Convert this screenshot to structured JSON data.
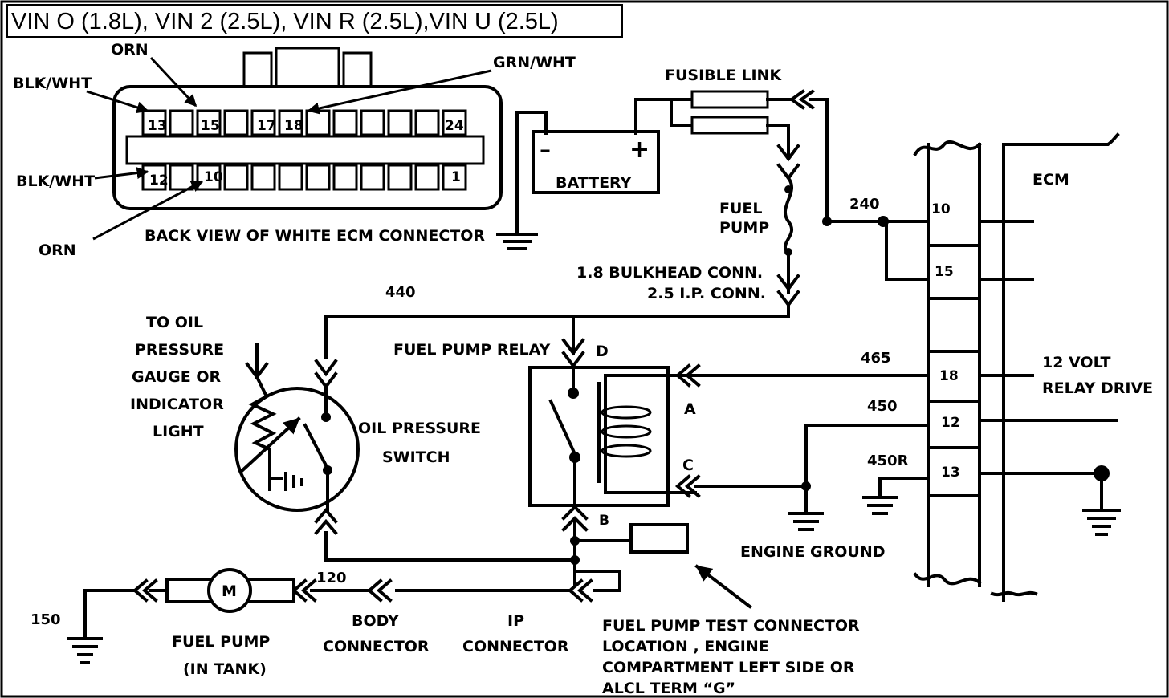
{
  "title": "VIN O (1.8L), VIN 2 (2.5L), VIN R (2.5L),VIN U (2.5L)",
  "connector": {
    "caption": "BACK VIEW OF WHITE ECM CONNECTOR",
    "pins_top": [
      "13",
      "15",
      "17",
      "18",
      "24"
    ],
    "pins_bottom": [
      "12",
      "10",
      "1"
    ],
    "wire_labels": {
      "orn_top": "ORN",
      "blk_wht_top": "BLK/WHT",
      "grn_wht": "GRN/WHT",
      "blk_wht_bottom": "BLK/WHT",
      "orn_bottom": "ORN"
    }
  },
  "battery": {
    "label": "BATTERY",
    "neg": "–",
    "pos": "+"
  },
  "fusible_link": "FUSIBLE LINK",
  "fuel_pump_fuse": [
    "FUEL",
    "PUMP"
  ],
  "bulkhead": [
    "1.8 BULKHEAD CONN.",
    "2.5 I.P. CONN."
  ],
  "circuits": {
    "c240": "240",
    "c440": "440",
    "c465": "465",
    "c450": "450",
    "c450r": "450R",
    "c120": "120",
    "c150": "150"
  },
  "ecm": {
    "label": "ECM",
    "pins": [
      "10",
      "15",
      "18",
      "12",
      "13"
    ],
    "relay_drive": [
      "12 VOLT",
      "RELAY DRIVE"
    ]
  },
  "oil_gauge": [
    "TO OIL",
    "PRESSURE",
    "GAUGE OR",
    "INDICATOR",
    "LIGHT"
  ],
  "oil_switch": [
    "OIL PRESSURE",
    "SWITCH"
  ],
  "relay": {
    "label": "FUEL PUMP RELAY",
    "terminals": {
      "a": "A",
      "b": "B",
      "c": "C",
      "d": "D"
    }
  },
  "engine_ground": "ENGINE  GROUND",
  "fuel_pump": {
    "symbol": "M",
    "label": [
      "FUEL PUMP",
      "(IN TANK)"
    ]
  },
  "body_connector": [
    "BODY",
    "CONNECTOR"
  ],
  "ip_connector": [
    "IP",
    "CONNECTOR"
  ],
  "test_connector": [
    "FUEL PUMP TEST CONNECTOR",
    "LOCATION , ENGINE",
    "COMPARTMENT LEFT SIDE OR",
    "ALCL TERM “G”"
  ]
}
